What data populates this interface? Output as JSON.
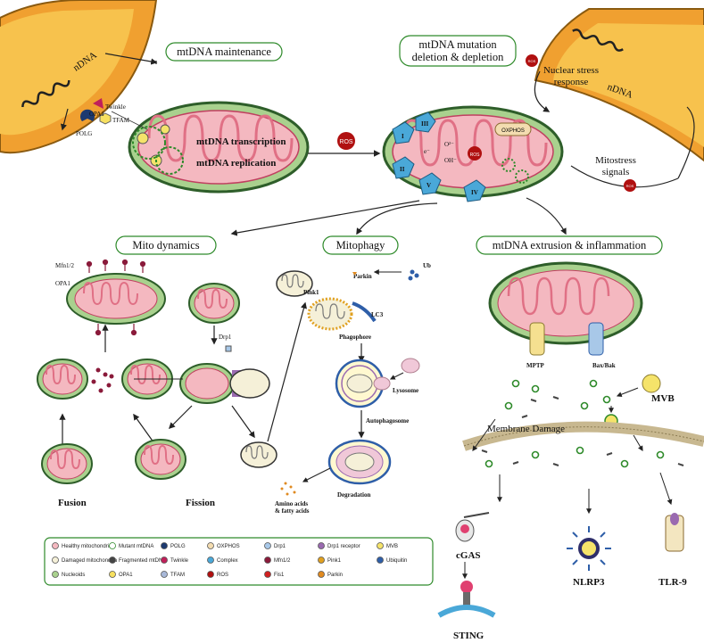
{
  "sections": {
    "maintenance": "mtDNA maintenance",
    "mutation": "mtDNA mutation\ndeletion & depletion",
    "dynamics": "Mito dynamics",
    "mitophagy": "Mitophagy",
    "extrusion": "mtDNA extrusion & inflammation"
  },
  "nucleus_label": "nDNA",
  "maintenance": {
    "twinkle": "Twinkle",
    "tfam": "TFAM",
    "opa1": "OPA1",
    "polg": "POLG",
    "transcription": "mtDNA transcription",
    "replication": "mtDNA replication",
    "ros": "ROS"
  },
  "mutation": {
    "complexes": [
      "I",
      "II",
      "III",
      "IV",
      "V"
    ],
    "electron": "e⁻",
    "superoxide": "O²⁻",
    "hydroxyl": "OH⁻",
    "ros_small": "ROS",
    "oxphos": "OXPHOS",
    "nuclear_stress": "Nuclear stress\nresponse",
    "mitostress": "Mitostress\nsignals"
  },
  "dynamics": {
    "mfn": "Mfn1/2",
    "opa1": "OPA1",
    "drp1": "Drp1",
    "fusion": "Fusion",
    "fission": "Fission"
  },
  "mitophagy": {
    "ub": "Ub",
    "parkin": "Parkin",
    "pink1": "Pink1",
    "lc3": "LC3",
    "phagophore": "Phagophore",
    "lysosome": "Lysosome",
    "autophagosome": "Autophagosome",
    "degradation": "Degradation",
    "amino": "Amino acids\n& fatty acids"
  },
  "extrusion": {
    "mptp": "MPTP",
    "baxbak": "Bax/Bak",
    "mvb": "MVB",
    "membrane_damage": "Membrane Damage",
    "cgas": "cGAS",
    "sting": "STING",
    "nlrp3": "NLRP3",
    "tlr9": "TLR-9"
  },
  "legend": [
    {
      "label": "Healthy mitochondria",
      "icon": "healthy-mito"
    },
    {
      "label": "Damaged mitochondria",
      "icon": "damaged-mito"
    },
    {
      "label": "Nucleoids",
      "icon": "nucleoid"
    },
    {
      "label": "Mutant mtDNA",
      "icon": "mutant-mtdna"
    },
    {
      "label": "Fragmented mtDNA",
      "icon": "fragmented-mtdna"
    },
    {
      "label": "OPA1",
      "icon": "opa1"
    },
    {
      "label": "POLG",
      "icon": "polg"
    },
    {
      "label": "Twinkle",
      "icon": "twinkle"
    },
    {
      "label": "TFAM",
      "icon": "tfam"
    },
    {
      "label": "OXPHOS",
      "icon": "oxphos"
    },
    {
      "label": "Complex",
      "icon": "complex"
    },
    {
      "label": "ROS",
      "icon": "ros"
    },
    {
      "label": "Drp1",
      "icon": "drp1"
    },
    {
      "label": "Mfn1/2",
      "icon": "mfn"
    },
    {
      "label": "Fis1",
      "icon": "fis1"
    },
    {
      "label": "Drp1 receptor",
      "icon": "drp1-receptor"
    },
    {
      "label": "Pink1",
      "icon": "pink1"
    },
    {
      "label": "Parkin",
      "icon": "parkin"
    },
    {
      "label": "MVB",
      "icon": "mvb"
    },
    {
      "label": "Ubiquitin",
      "icon": "ubiquitin"
    }
  ],
  "colors": {
    "mito_outer": "#a9d18e",
    "mito_border": "#2e5e2a",
    "mito_matrix": "#f4b8c0",
    "mito_cristae": "#e07085",
    "nucleus_outer": "#f0a030",
    "nucleus_inner": "#f7c24d",
    "ros": "#b01010",
    "complex": "#4aa8d8"
  }
}
